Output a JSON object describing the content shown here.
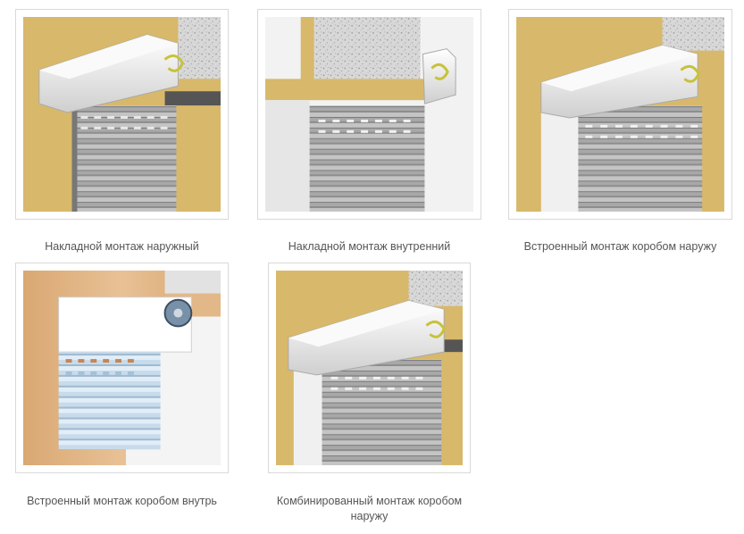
{
  "items": [
    {
      "caption": "Накладной монтаж наружный"
    },
    {
      "caption": "Накладной монтаж внутренний"
    },
    {
      "caption": "Встроенный монтаж коробом наружу"
    },
    {
      "caption": "Встроенный монтаж коробом внутрь"
    },
    {
      "caption": "Комбинированный монтаж коробом наружу"
    }
  ],
  "colors": {
    "wall": "#d8b86a",
    "box": "#eeeeee",
    "slats": "#a9a9a9",
    "stone": "#d4d4d4",
    "wood": "#e2b889",
    "blue_slats": "#cfe0ee"
  }
}
